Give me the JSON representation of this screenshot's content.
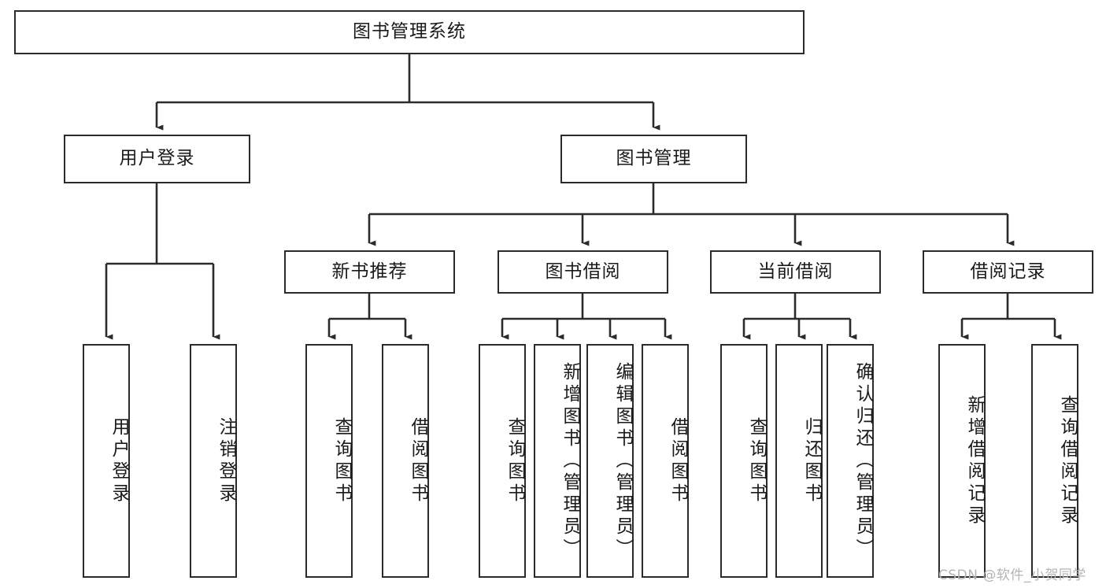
{
  "diagram": {
    "title": "图书管理系统",
    "type": "tree-hierarchy",
    "style": {
      "box_border_color": "#2b2b2b",
      "box_fill_color": "#ffffff",
      "edge_color": "#2b2b2b",
      "text_color": "#1a1a1a",
      "background": "#ffffff"
    },
    "root": {
      "label": "图书管理系统"
    },
    "level2": [
      {
        "label": "用户登录"
      },
      {
        "label": "图书管理"
      }
    ],
    "level3": [
      {
        "label": "新书推荐"
      },
      {
        "label": "图书借阅"
      },
      {
        "label": "当前借阅"
      },
      {
        "label": "借阅记录"
      }
    ],
    "leaves": {
      "user_login": [
        {
          "label": "用户登录"
        },
        {
          "label": "注销登录"
        }
      ],
      "new_book_recommend": [
        {
          "label": "查询图书"
        },
        {
          "label": "借阅图书"
        }
      ],
      "book_borrow": [
        {
          "label": "查询图书"
        },
        {
          "label": "新增图书（管理员）"
        },
        {
          "label": "编辑图书（管理员）"
        },
        {
          "label": "借阅图书"
        }
      ],
      "current_borrow": [
        {
          "label": "查询图书"
        },
        {
          "label": "归还图书"
        },
        {
          "label": "确认归还（管理员）"
        }
      ],
      "borrow_record": [
        {
          "label": "新增借阅记录"
        },
        {
          "label": "查询借阅记录"
        }
      ]
    }
  },
  "watermark": {
    "text": "CSDN @软件_小贺同学"
  }
}
